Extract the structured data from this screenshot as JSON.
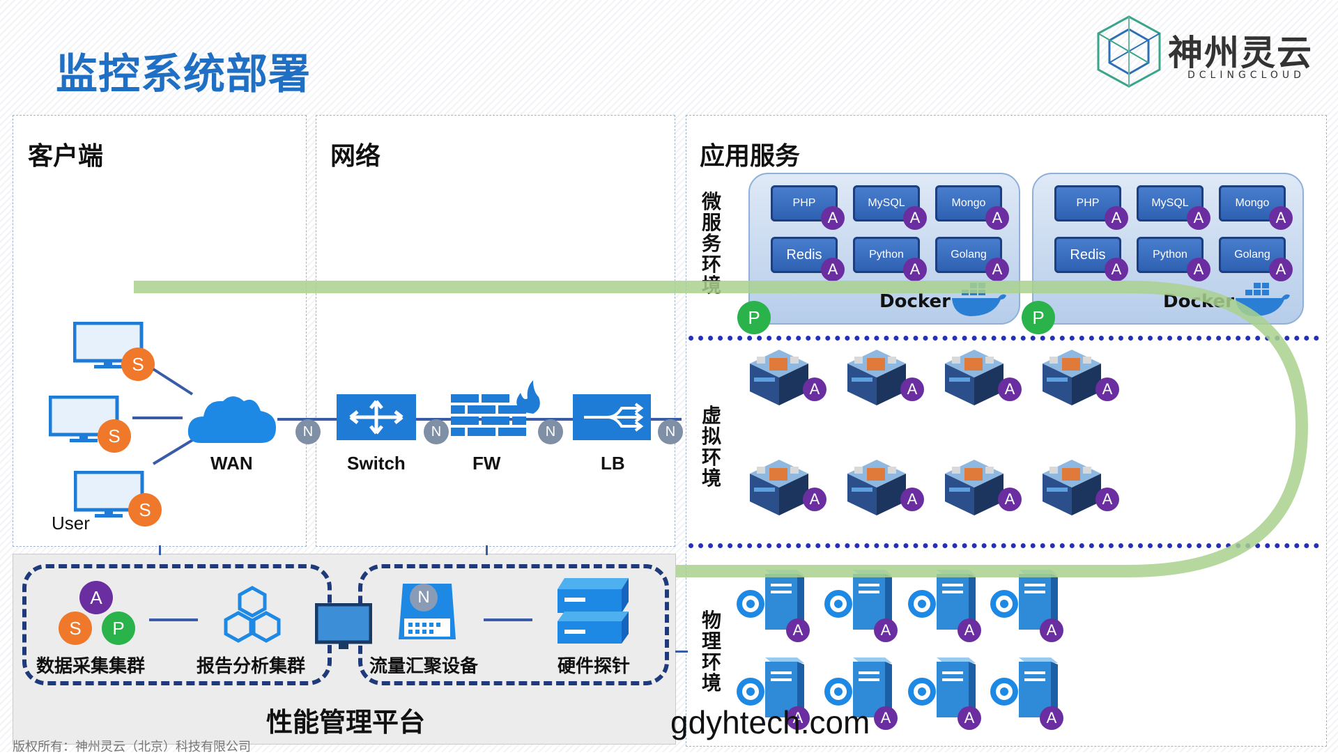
{
  "title": "监控系统部署",
  "logo": {
    "name": "神州灵云",
    "sub": "DCLINGCLOUD"
  },
  "panels": {
    "client": "客户端",
    "network": "网络",
    "app": "应用服务"
  },
  "env_labels": {
    "micro": "微服务环境",
    "virtual": "虚拟环境",
    "physical": "物理环境"
  },
  "client": {
    "user_label": "User",
    "wan_label": "WAN"
  },
  "network": {
    "switch_label": "Switch",
    "fw_label": "FW",
    "lb_label": "LB"
  },
  "docker": {
    "label": "Docker",
    "services": [
      "PHP",
      "MySQL",
      "Mongo",
      "Redis",
      "Python",
      "Golang"
    ]
  },
  "badges": {
    "a": "A",
    "s": "S",
    "p": "P",
    "n": "N"
  },
  "platform": {
    "title": "性能管理平台",
    "collect": "数据采集集群",
    "report": "报告分析集群",
    "flow": "流量汇聚设备",
    "probe": "硬件探针"
  },
  "watermark": "gdyhtech.com",
  "footer": "版权所有：神州灵云（北京）科技有限公司",
  "colors": {
    "title": "#1f6fc4",
    "agent": "#6a2ea0",
    "session": "#f0782a",
    "probe": "#2ab24b",
    "net": "#7f8fa6",
    "flow_arrow": "#a9d18e"
  }
}
